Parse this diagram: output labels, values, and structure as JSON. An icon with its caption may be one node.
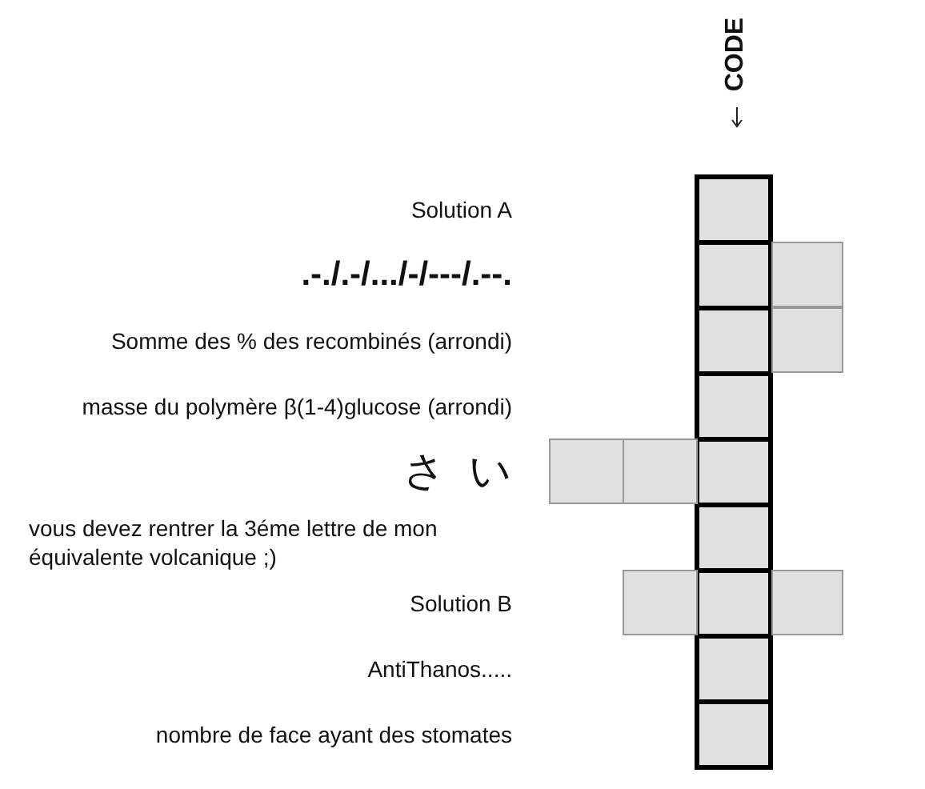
{
  "diagram": {
    "labels": [
      "CODE",
      "Solution A",
      ".-./.-/.../-/---/.--.",
      "Somme des % des recombinés (arrondi)",
      "masse du polymère β(1-4)glucose (arrondi)",
      "さい",
      "vous devez rentrer la 3éme lettre de mon équivalente volcanique ;)",
      "Solution B",
      "AntiThanos.....",
      "nombre de face ayant des stomates"
    ]
  }
}
